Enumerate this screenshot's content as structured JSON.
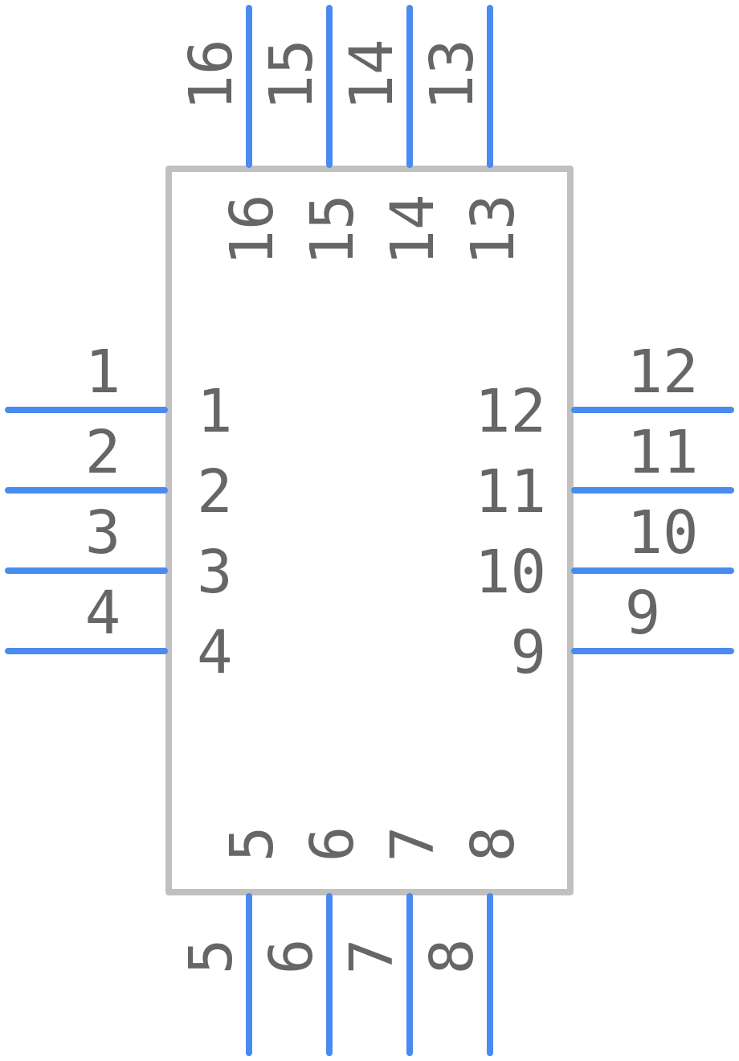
{
  "colors": {
    "background": "#ffffff",
    "body_outline": "#c0c0c0",
    "pin_line": "#4a8bf0",
    "label": "#666666"
  },
  "pins": {
    "left": [
      {
        "number": "1"
      },
      {
        "number": "2"
      },
      {
        "number": "3"
      },
      {
        "number": "4"
      }
    ],
    "bottom": [
      {
        "number": "5"
      },
      {
        "number": "6"
      },
      {
        "number": "7"
      },
      {
        "number": "8"
      }
    ],
    "right": [
      {
        "number": "9"
      },
      {
        "number": "10"
      },
      {
        "number": "11"
      },
      {
        "number": "12"
      }
    ],
    "top": [
      {
        "number": "13"
      },
      {
        "number": "14"
      },
      {
        "number": "15"
      },
      {
        "number": "16"
      }
    ]
  }
}
